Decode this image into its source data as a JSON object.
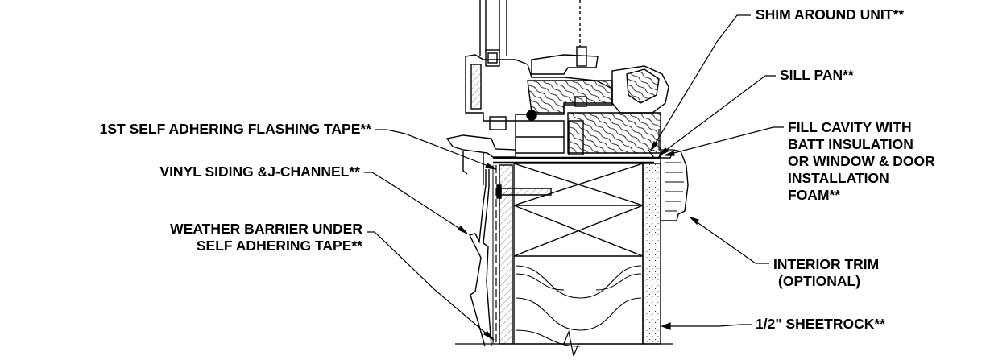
{
  "labels": {
    "shim_around_unit": "SHIM AROUND UNIT**",
    "sill_pan": "SILL PAN**",
    "first_flashing_tape": "1ST SELF ADHERING FLASHING TAPE**",
    "fill_cavity": [
      "FILL CAVITY WITH",
      "BATT INSULATION",
      "OR WINDOW & DOOR",
      "INSTALLATION",
      "FOAM**"
    ],
    "vinyl_siding": "VINYL SIDING &J-CHANNEL**",
    "weather_barrier": [
      "WEATHER BARRIER UNDER",
      "SELF ADHERING TAPE**"
    ],
    "interior_trim": [
      "INTERIOR TRIM",
      "(OPTIONAL)"
    ],
    "sheetrock": "1/2\" SHEETROCK**"
  },
  "colors": {
    "line": "#000000",
    "background": "#ffffff",
    "hatch": "#222222"
  }
}
